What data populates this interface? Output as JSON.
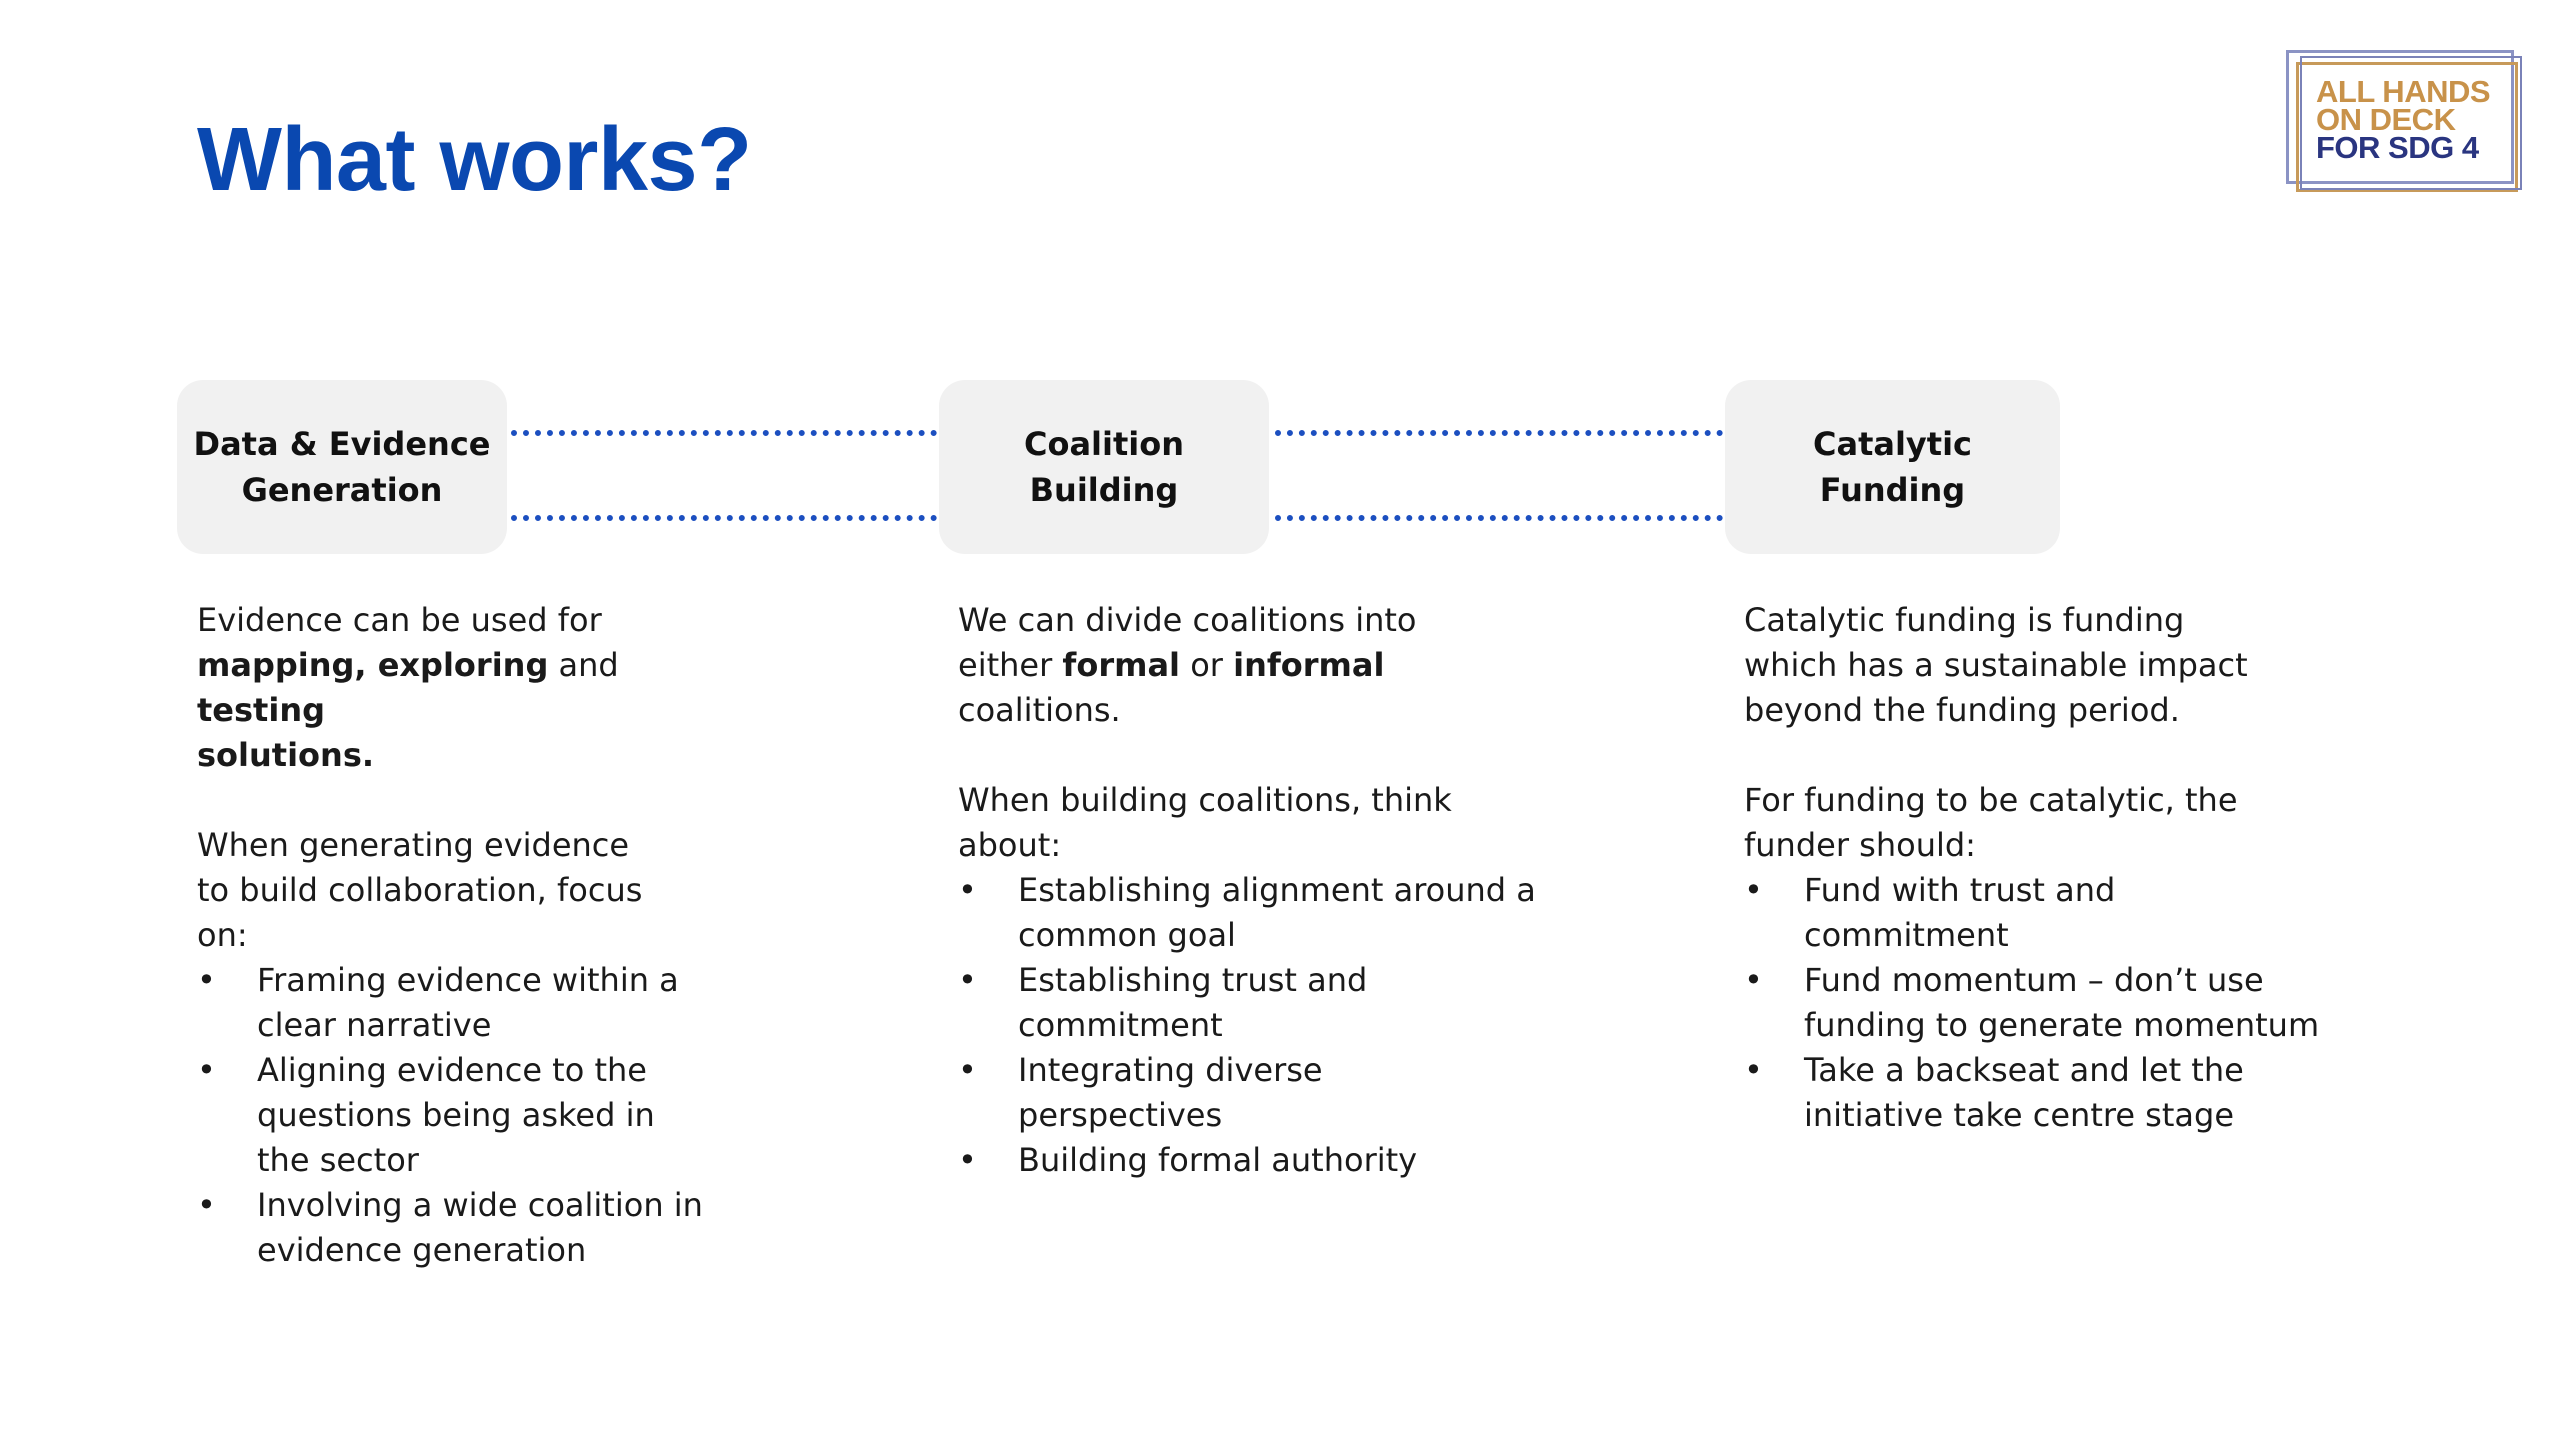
{
  "title": "What works?",
  "logo": {
    "line1": "ALL HANDS",
    "line2": "ON DECK",
    "line3": "FOR SDG 4"
  },
  "colors": {
    "title": "#0a48b0",
    "connector": "#1c4fc0",
    "box_bg": "#f1f1f1",
    "logo_gold": "#c8924a",
    "logo_navy": "#2a3580"
  },
  "boxes": [
    {
      "line1": "Data & Evidence",
      "line2": "Generation"
    },
    {
      "line1": "Coalition Building"
    },
    {
      "line1": "Catalytic Funding"
    }
  ],
  "columns": [
    {
      "intro": {
        "t1": "Evidence can be used for",
        "b1": "mapping, exploring",
        "t2": " and ",
        "b2": "testing",
        "b3": "solutions."
      },
      "lead": "When generating evidence to build collaboration, focus on:",
      "bullets": [
        "Framing evidence within a clear narrative",
        "Aligning evidence to the questions being asked in the sector",
        "Involving a wide coalition in evidence generation"
      ]
    },
    {
      "intro": {
        "t1": "We can divide coalitions into",
        "t2": "either ",
        "b1": "formal",
        "t3": " or ",
        "b2": "informal",
        "t4": "coalitions."
      },
      "lead": "When building coalitions, think about:",
      "bullets": [
        "Establishing alignment around a common goal",
        "Establishing trust and commitment",
        "Integrating diverse perspectives",
        "Building formal authority"
      ]
    },
    {
      "intro": {
        "t1": "Catalytic funding is funding which has a sustainable impact beyond the funding period."
      },
      "lead": "For funding to be catalytic, the funder should:",
      "bullets": [
        "Fund with trust and commitment",
        "Fund momentum – don’t use funding to generate momentum",
        "Take a backseat and let the initiative take centre stage"
      ]
    }
  ],
  "bullet_char": "•"
}
